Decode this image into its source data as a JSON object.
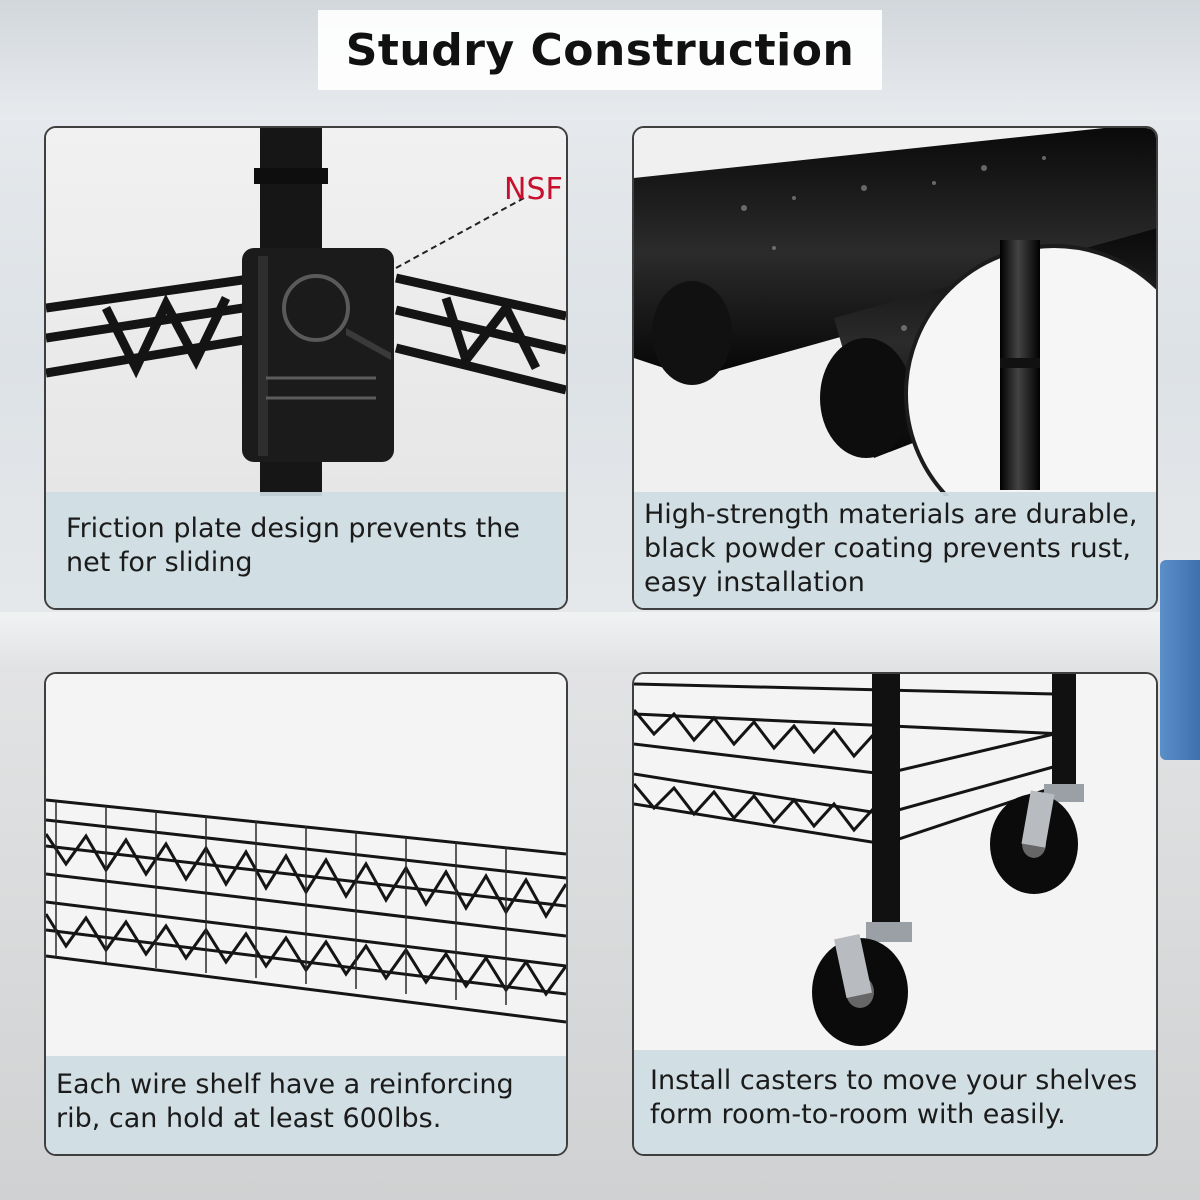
{
  "header": {
    "title": "Studry Construction"
  },
  "panels": [
    {
      "id": "friction-plate",
      "caption": "Friction plate design prevents the net for sliding",
      "callout": "NSF"
    },
    {
      "id": "materials",
      "caption": "High-strength materials are durable, black powder coating prevents rust, easy installation"
    },
    {
      "id": "wire-shelf",
      "caption": "Each wire shelf have a reinforcing rib, can hold at least 600lbs."
    },
    {
      "id": "casters",
      "caption": "Install casters to move your shelves form room-to-room with easily."
    }
  ],
  "colors": {
    "callout": "#c8102e",
    "caption_bg": "#cedde2",
    "panel_border": "#3f3f3f"
  }
}
